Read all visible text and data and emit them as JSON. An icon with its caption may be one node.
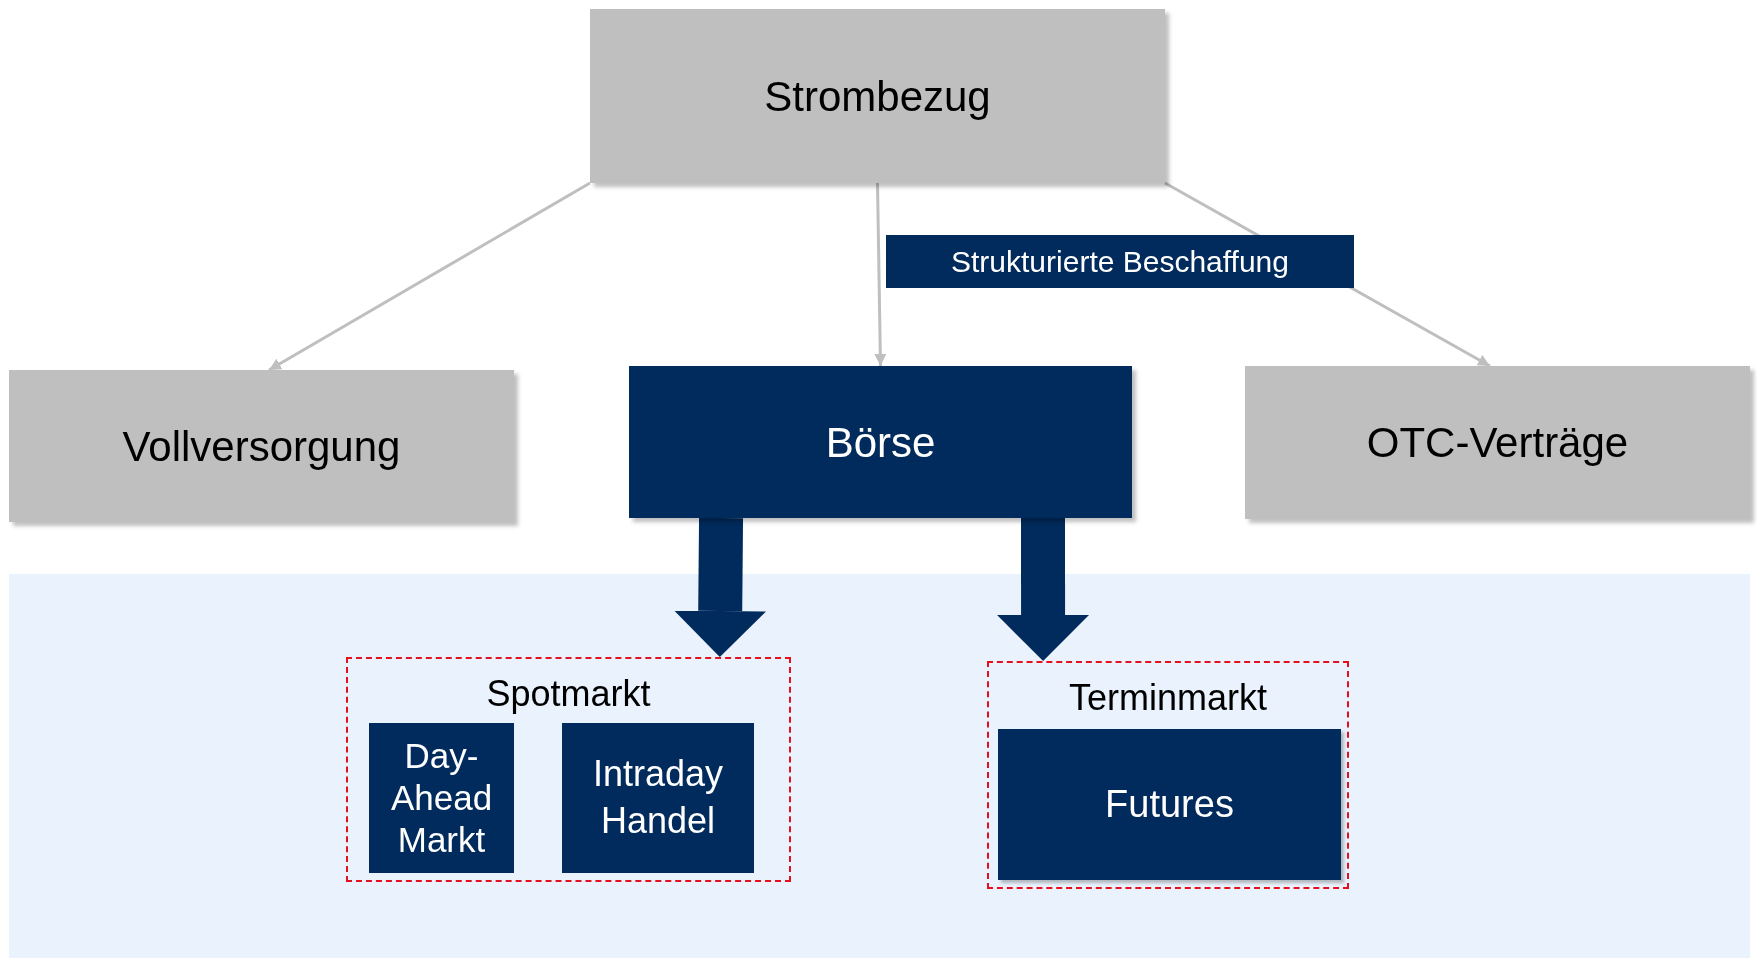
{
  "diagram": {
    "nodes": [
      {
        "text": [
          "Strombezug"
        ]
      },
      {
        "text": [
          "Vollversorgung"
        ]
      },
      {
        "text": [
          "Börse"
        ]
      },
      {
        "text": [
          "OTC-Verträge"
        ]
      },
      {
        "text": [
          "Spotmarkt"
        ]
      },
      {
        "text": [
          "Day-Ahead Markt"
        ],
        "in": 4
      },
      {
        "text": [
          "Intraday Handel"
        ],
        "in": 4
      },
      {
        "text": [
          "Terminmarkt"
        ]
      },
      {
        "text": [
          "Futures"
        ],
        "in": 7
      }
    ],
    "edges": [
      {
        "from": 0,
        "to": 1,
        "arrow": "to"
      },
      {
        "from": 0,
        "to": 2,
        "arrow": "to"
      },
      {
        "from": 0,
        "to": 3,
        "arrow": "to",
        "label": "Strukturierte Beschaffung"
      },
      {
        "from": 2,
        "to": 4,
        "arrow": "to",
        "style": "thick",
        "color": "#002b5c"
      },
      {
        "from": 2,
        "to": 7,
        "arrow": "to",
        "style": "thick",
        "color": "#002b5c"
      }
    ]
  }
}
